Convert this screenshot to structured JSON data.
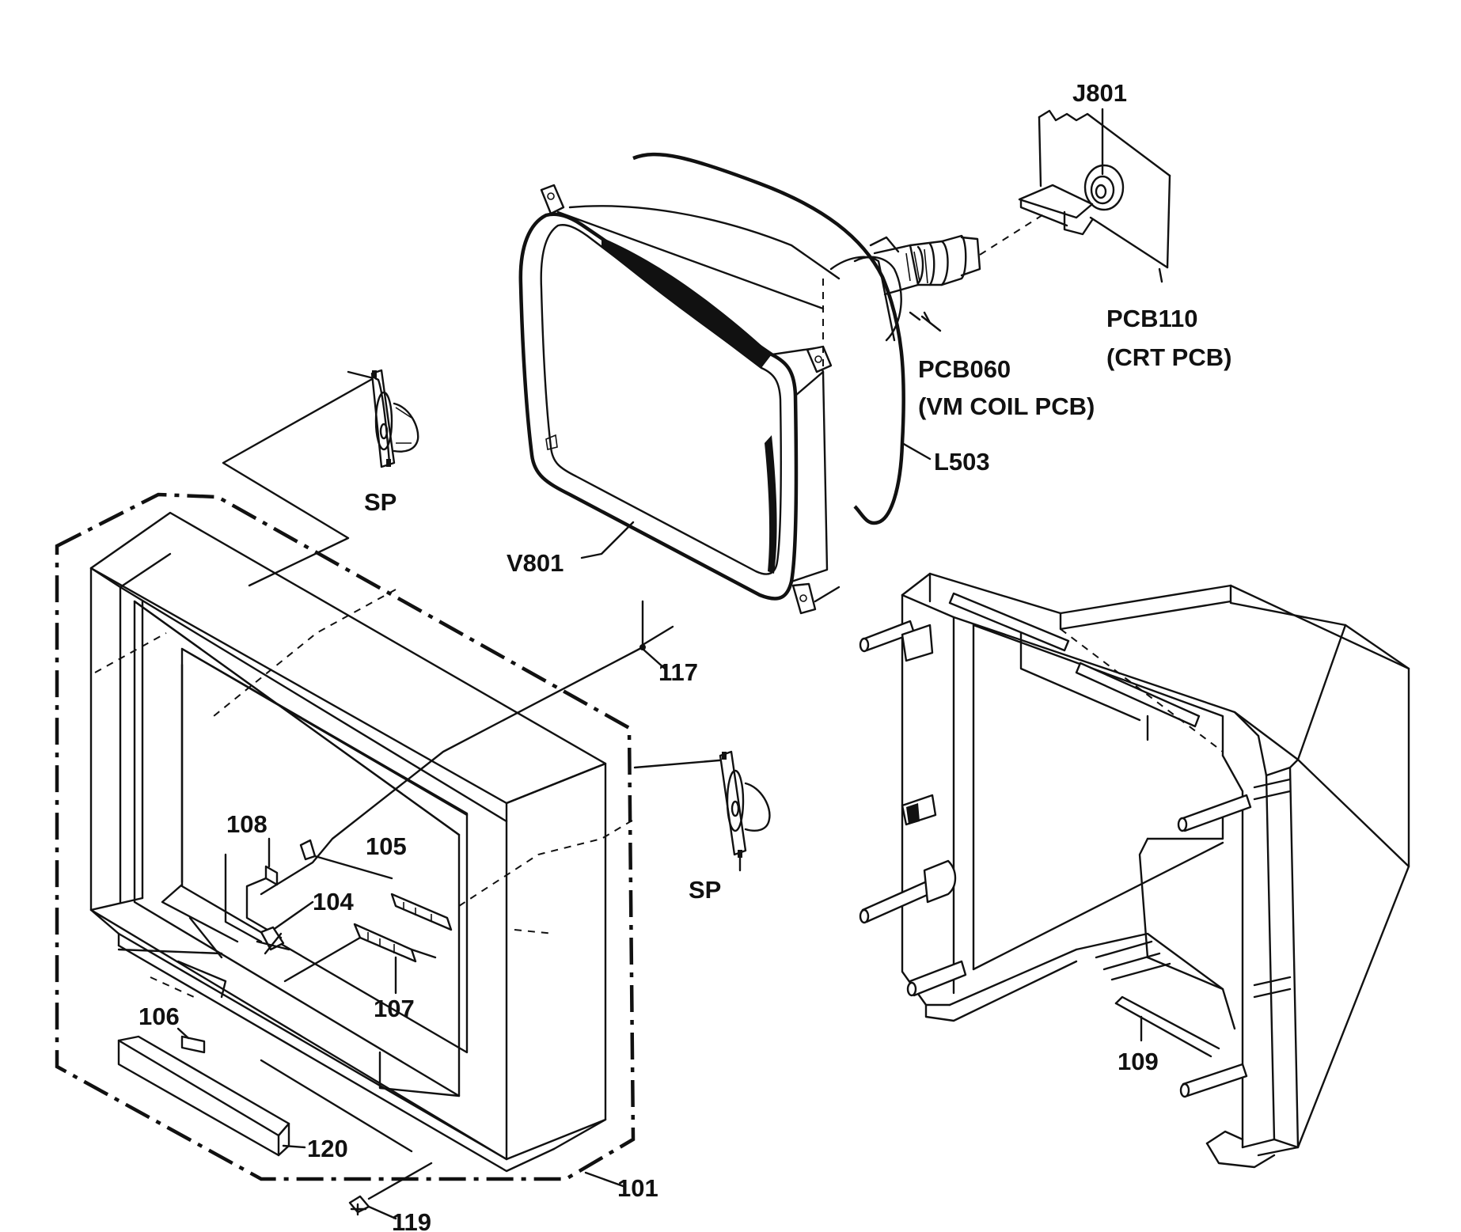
{
  "labels": {
    "j801": "J801",
    "pcb110": "PCB110",
    "crt_pcb": "(CRT PCB)",
    "pcb060": "PCB060",
    "vm_coil_pcb": "(VM COIL PCB)",
    "l503": "L503",
    "v801": "V801",
    "sp_top": "SP",
    "sp_right": "SP",
    "p117": "117",
    "p108": "108",
    "p105": "105",
    "p104": "104",
    "p107": "107",
    "p106": "106",
    "p120": "120",
    "p101": "101",
    "p119": "119",
    "p109": "109"
  }
}
